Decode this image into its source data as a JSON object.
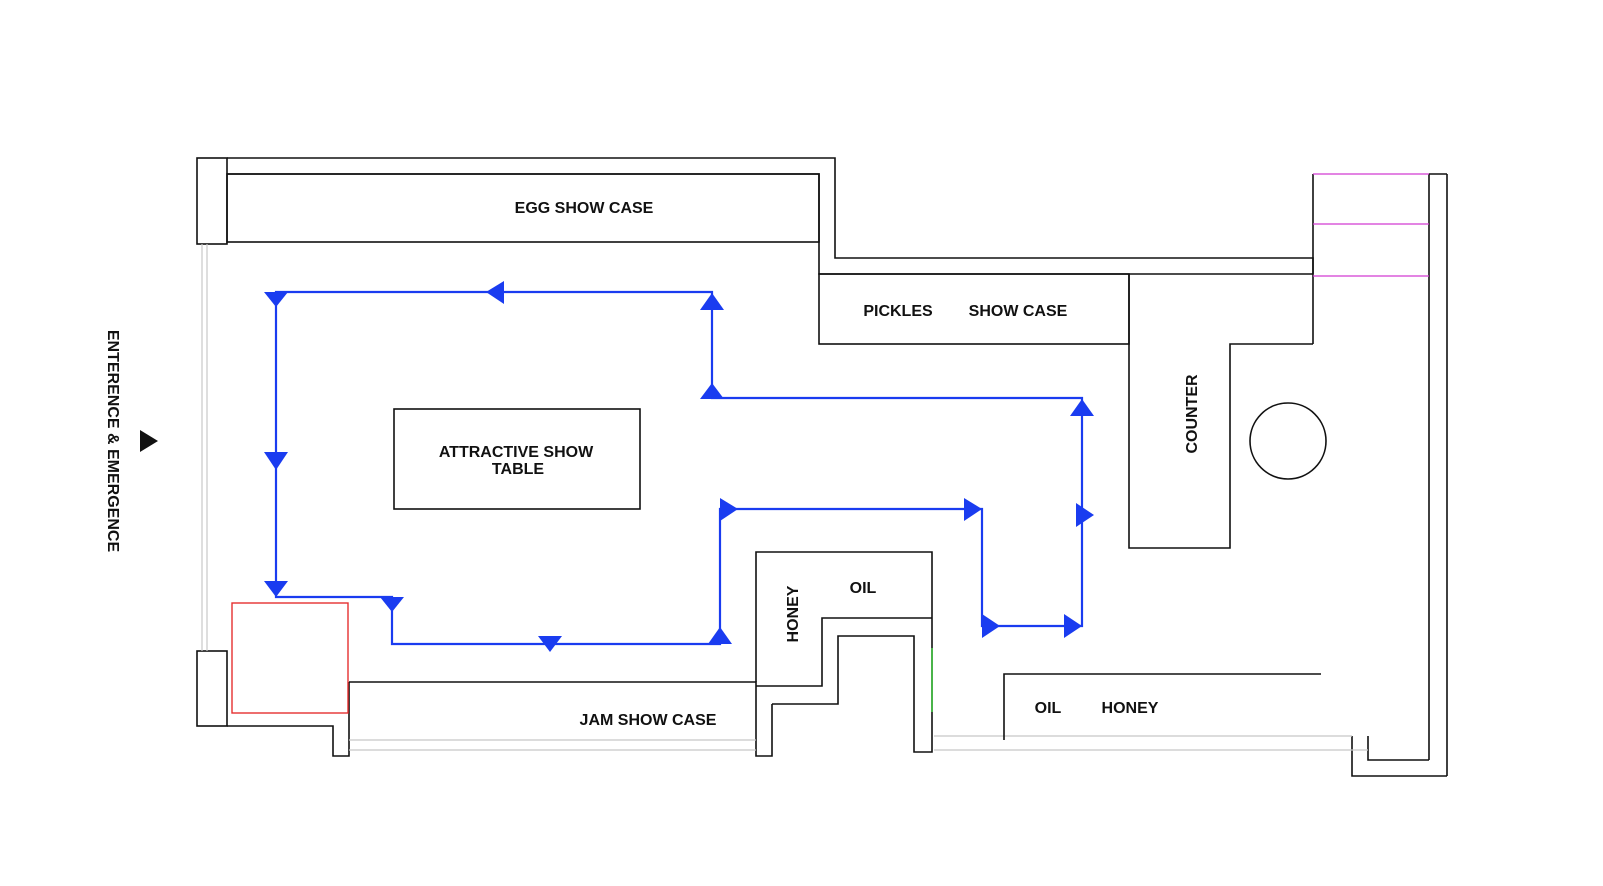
{
  "labels": {
    "entrance": "ENTERENCE & EMERGENCE",
    "egg_show_case": "EGG SHOW CASE",
    "pickles": "PICKLES",
    "show_case": "SHOW CASE",
    "counter": "COUNTER",
    "attractive_line1": "ATTRACTIVE SHOW",
    "attractive_line2": "TABLE",
    "honey_vertical": "HONEY",
    "oil_top": "OIL",
    "jam_show_case": "JAM SHOW CASE",
    "oil_bottom": "OIL",
    "honey_bottom": "HONEY"
  },
  "colors": {
    "walls": "#111111",
    "customer_flow": "#1a3cf0",
    "red_zone": "#e53030",
    "magenta_shelves": "#d23ad2",
    "green_mark": "#3ad23a"
  },
  "icons": {
    "entrance_marker": "triangle-right-icon",
    "flow_arrowheads": "triangle-arrow-icon"
  }
}
